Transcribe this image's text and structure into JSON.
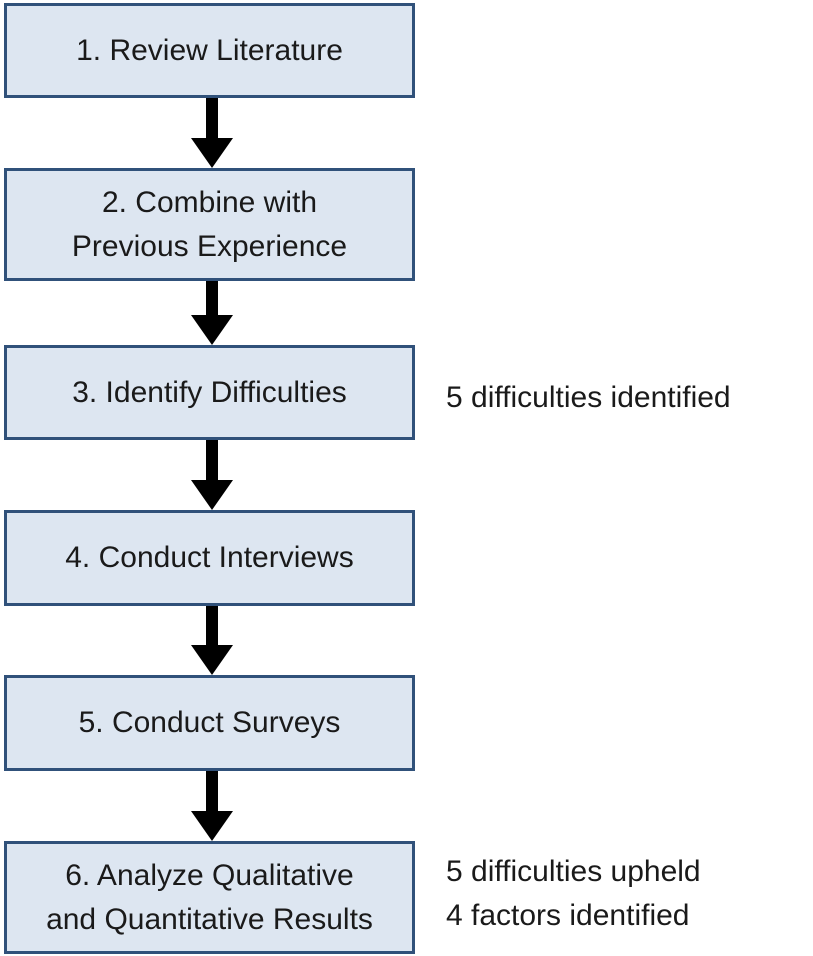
{
  "flow": {
    "steps": [
      {
        "label": "1. Review Literature"
      },
      {
        "label": "2. Combine with\nPrevious Experience"
      },
      {
        "label": "3. Identify Difficulties"
      },
      {
        "label": "4. Conduct Interviews"
      },
      {
        "label": "5. Conduct Surveys"
      },
      {
        "label": "6. Analyze Qualitative\nand Quantitative Results"
      }
    ]
  },
  "annotations": {
    "step3": [
      "5 difficulties identified"
    ],
    "step6": [
      "5 difficulties upheld",
      "4 factors identified"
    ]
  },
  "colors": {
    "box_fill": "#dde6f1",
    "box_border": "#30517a",
    "arrow": "#000000",
    "text": "#1a1a1a"
  }
}
